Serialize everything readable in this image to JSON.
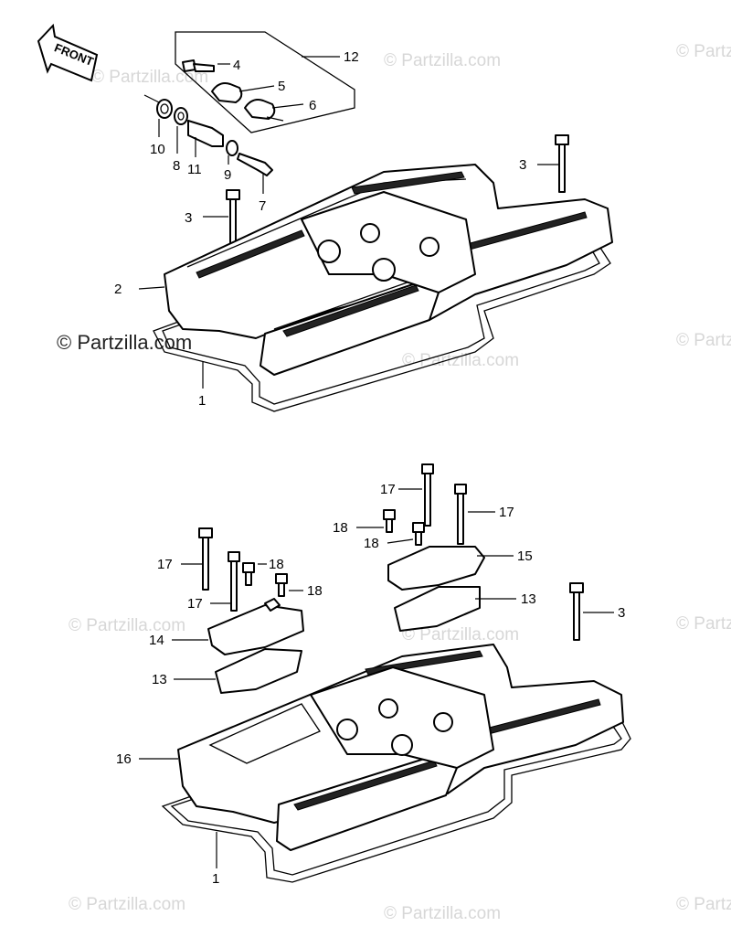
{
  "watermark_main": "© Partzilla.com",
  "watermark_repeat": "© Partzilla.com",
  "front_arrow_text": "FRONT",
  "callouts": [
    "1",
    "2",
    "3",
    "4",
    "5",
    "6",
    "7",
    "8",
    "9",
    "10",
    "11",
    "12",
    "13",
    "14",
    "15",
    "16",
    "17",
    "18"
  ]
}
